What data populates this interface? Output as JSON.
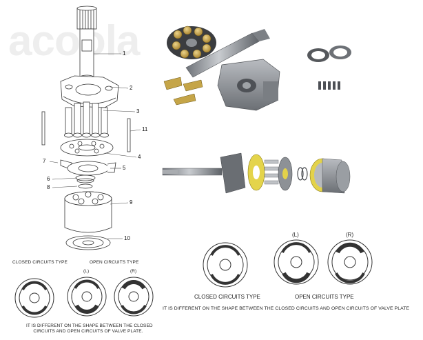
{
  "watermark": {
    "text": "acoola"
  },
  "exploded_view": {
    "callouts": [
      "1",
      "2",
      "3",
      "11",
      "4",
      "7",
      "5",
      "6",
      "8",
      "9",
      "10"
    ]
  },
  "left_valve_plates": {
    "closed_label": "CLOSED CIRCUITS TYPE",
    "open_label": "OPEN CIRCUITS TYPE",
    "l_label": "(L)",
    "r_label": "(R)",
    "note_line1": "IT IS DIFFERENT ON THE SHAPE BETWEEN THE CLOSED",
    "note_line2": "CIRCUITS AND OPEN CIRCUITS OF VALVE PLATE."
  },
  "right_valve_plates": {
    "l_label": "(L)",
    "r_label": "(R)",
    "closed_label": "CLOSED CIRCUITS TYPE",
    "open_label": "OPEN CIRCUITS TYPE",
    "note": "IT IS DIFFERENT ON THE SHAPE BETWEEN THE CLOSED CIRCUITS AND OPEN CIRCUITS OF VALVE PLATE"
  },
  "colors": {
    "metal": "#9a9ea3",
    "metal_dark": "#5d6167",
    "brass": "#c8a84a",
    "yellow": "#e3d24a",
    "line": "#333333"
  }
}
